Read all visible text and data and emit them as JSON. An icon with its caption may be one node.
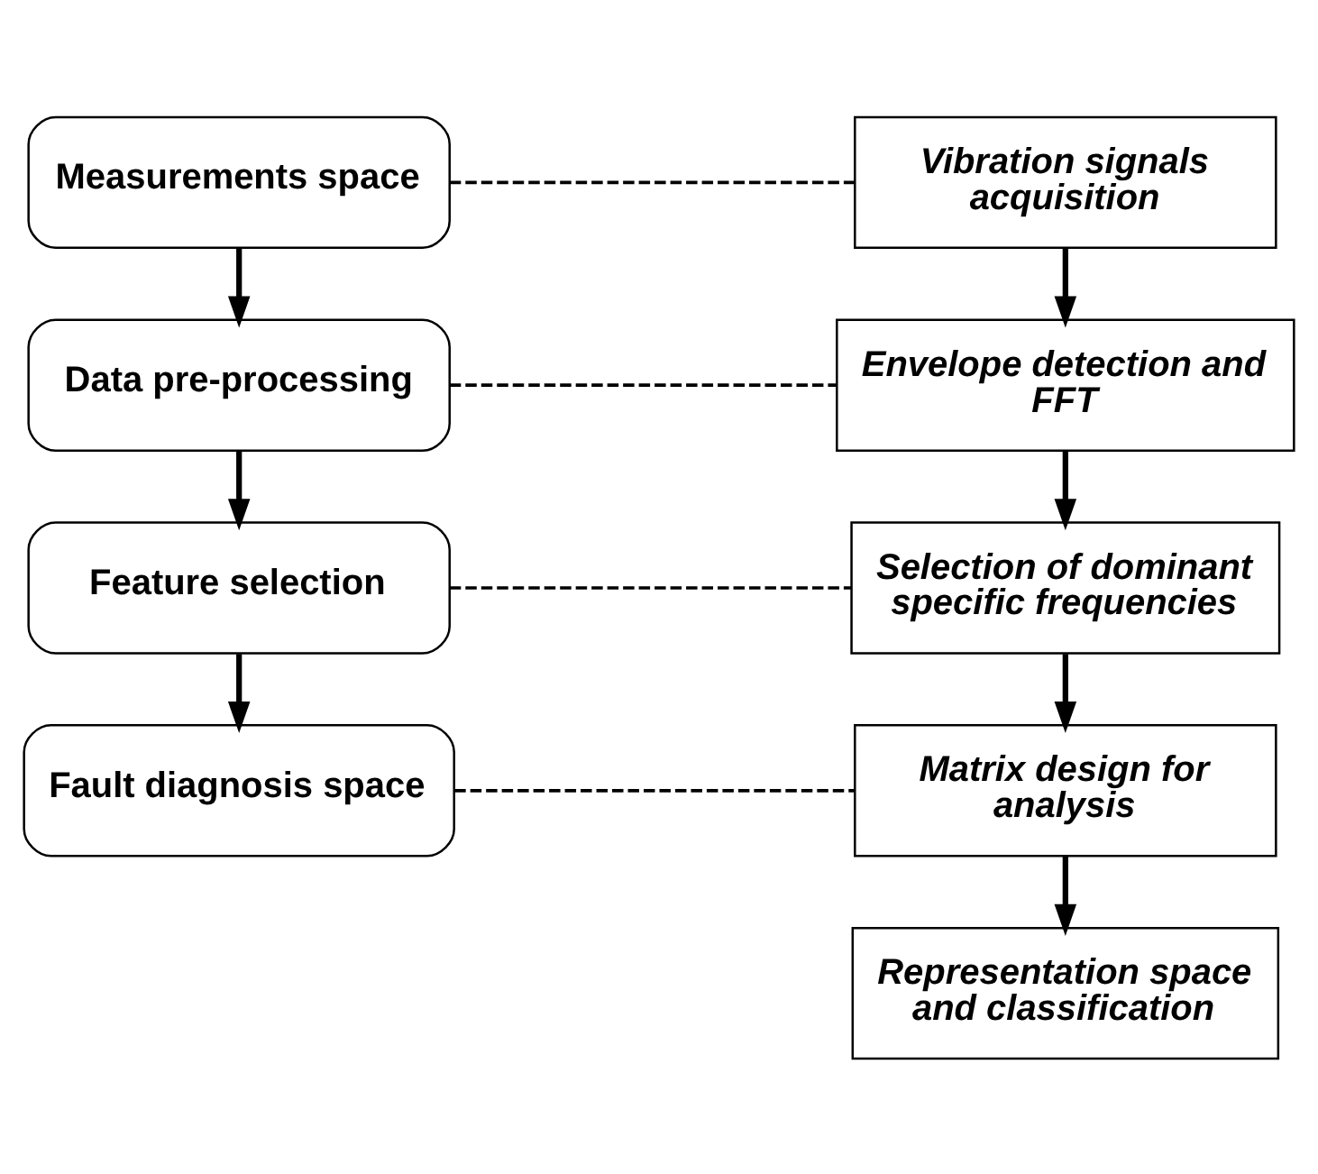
{
  "diagram": {
    "nodes": [
      {
        "text": [
          "Measurements space"
        ]
      },
      {
        "text": [
          "Vibration signals acquisition"
        ]
      },
      {
        "text": [
          "Data pre-processing"
        ]
      },
      {
        "text": [
          "Envelope detection and FFT"
        ]
      },
      {
        "text": [
          "Feature selection"
        ]
      },
      {
        "text": [
          "Selection of dominant specific frequencies"
        ]
      },
      {
        "text": [
          "Fault diagnosis space"
        ]
      },
      {
        "text": [
          "Matrix design for analysis"
        ]
      },
      {
        "text": [
          "Representation space and classification"
        ]
      }
    ],
    "edges": [
      {
        "from": 0,
        "to": 2,
        "arrow": "to"
      },
      {
        "from": 2,
        "to": 4,
        "arrow": "to"
      },
      {
        "from": 4,
        "to": 6,
        "arrow": "to"
      },
      {
        "from": 1,
        "to": 3,
        "arrow": "to"
      },
      {
        "from": 3,
        "to": 5,
        "arrow": "to"
      },
      {
        "from": 5,
        "to": 7,
        "arrow": "to"
      },
      {
        "from": 7,
        "to": 8,
        "arrow": "to"
      },
      {
        "from": 0,
        "to": 1,
        "arrow": "none",
        "style": "dashed"
      },
      {
        "from": 2,
        "to": 3,
        "arrow": "none",
        "style": "dashed"
      },
      {
        "from": 4,
        "to": 5,
        "arrow": "none",
        "style": "dashed"
      },
      {
        "from": 6,
        "to": 7,
        "arrow": "none",
        "style": "dashed"
      }
    ]
  }
}
